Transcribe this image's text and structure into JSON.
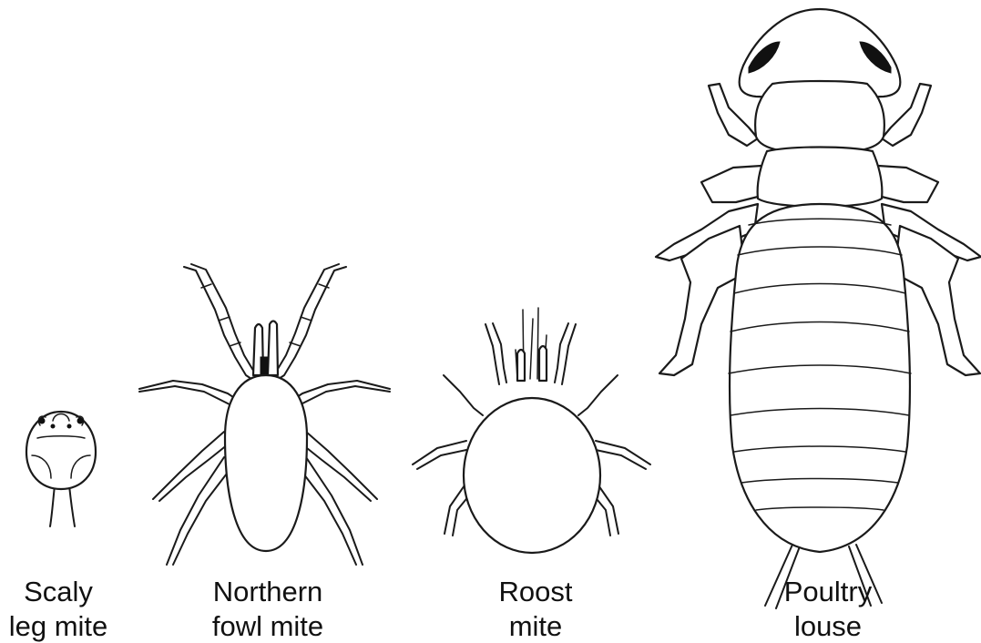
{
  "figure": {
    "specimens": [
      {
        "id": "scaly-leg-mite",
        "label_line1": "Scaly",
        "label_line2": "leg mite"
      },
      {
        "id": "northern-fowl-mite",
        "label_line1": "Northern",
        "label_line2": "fowl mite"
      },
      {
        "id": "roost-mite",
        "label_line1": "Roost",
        "label_line2": "mite"
      },
      {
        "id": "poultry-louse",
        "label_line1": "Poultry",
        "label_line2": "louse"
      }
    ]
  },
  "colors": {
    "ink": "#1a1a1a",
    "background": "#ffffff"
  }
}
